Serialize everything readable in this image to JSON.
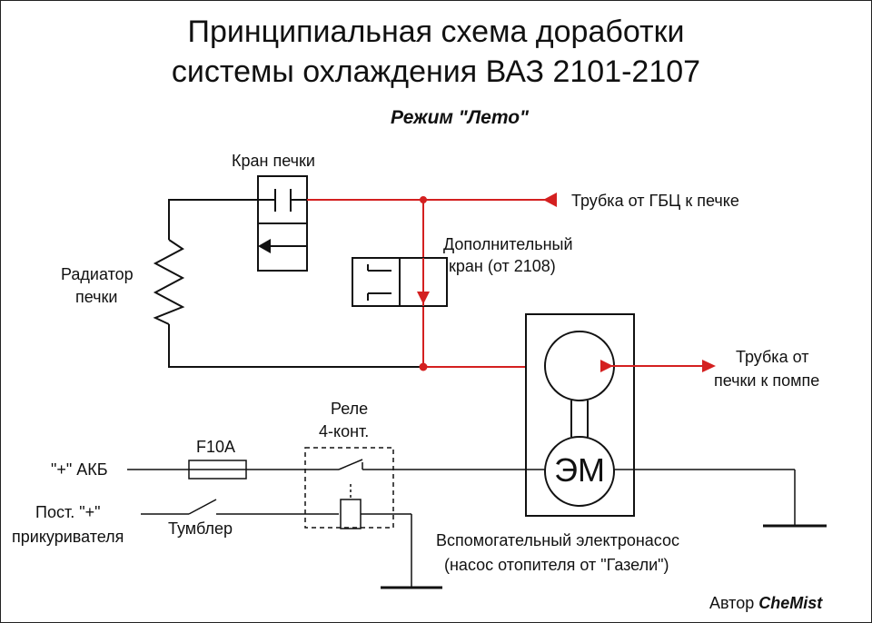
{
  "title": {
    "line1": "Принципиальная схема доработки",
    "line2": "системы охлаждения ВАЗ 2101-2107"
  },
  "mode": "Режим \"Лето\"",
  "labels": {
    "heater_valve": "Кран печки",
    "pipe_from_head": "Трубка от ГБЦ к печке",
    "extra_valve_line1": "Дополнительный",
    "extra_valve_line2": "кран (от 2108)",
    "radiator_line1": "Радиатор",
    "radiator_line2": "печки",
    "pipe_to_pump_line1": "Трубка от",
    "pipe_to_pump_line2": "печки к помпе",
    "relay_line1": "Реле",
    "relay_line2": "4-конт.",
    "fuse": "F10A",
    "battery": "\"+\" АКБ",
    "lighter_line1": "Пост. \"+\"",
    "lighter_line2": "прикуривателя",
    "toggle": "Тумблер",
    "pump_line1": "Вспомогательный электронасос",
    "pump_line2": "(насос отопителя от \"Газели\")",
    "motor": "ЭМ",
    "author_prefix": "Автор",
    "author_name": "CheMist"
  },
  "colors": {
    "coolant_line": "#d42020",
    "wire": "#111111"
  }
}
